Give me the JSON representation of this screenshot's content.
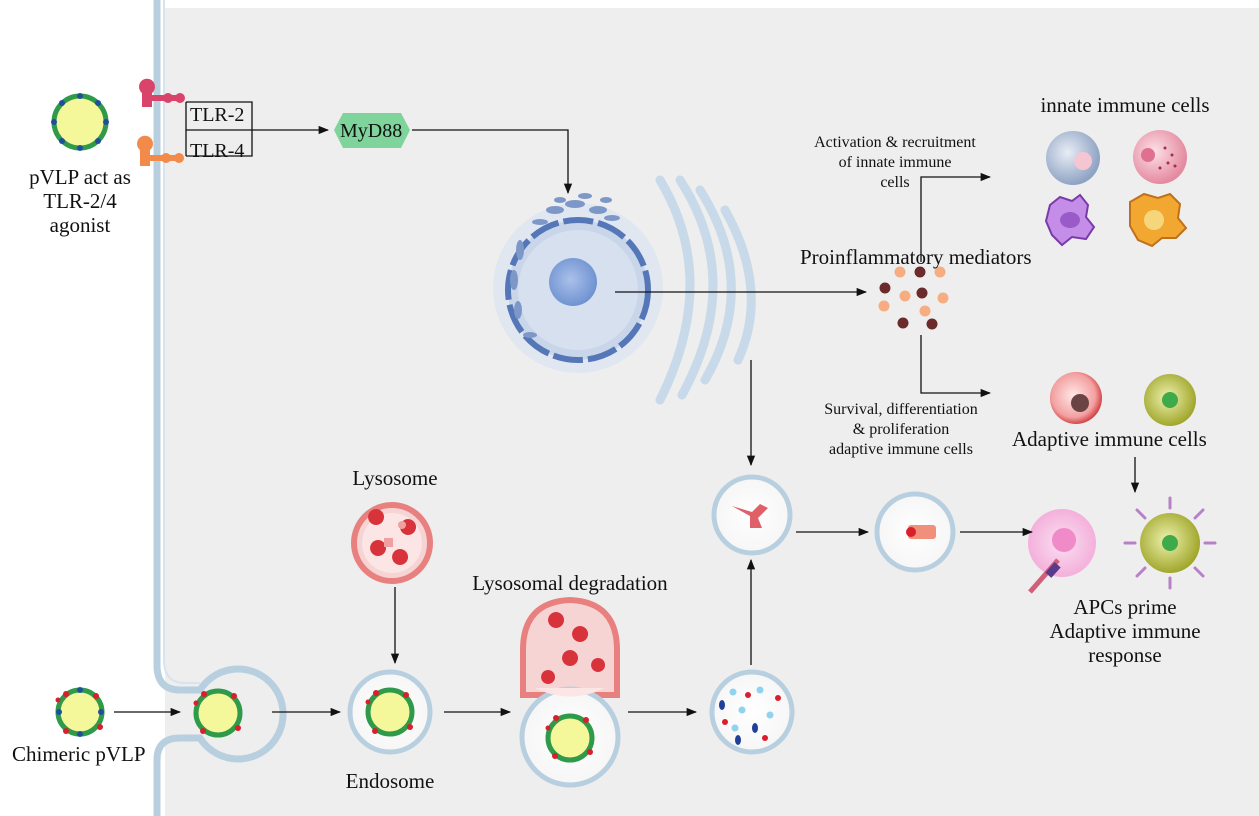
{
  "labels": {
    "pvlp_agonist_1": "pVLP act as",
    "pvlp_agonist_2": "TLR-2/4",
    "pvlp_agonist_3": "agonist",
    "tlr2": "TLR-2",
    "tlr4": "TLR-4",
    "myd88": "MyD88",
    "innate_cells": "innate immune cells",
    "activation_1": "Activation & recruitment",
    "activation_2": "of innate immune",
    "activation_3": "cells",
    "proinflammatory": "Proinflammatory mediators",
    "survival_1": "Survival, differentiation",
    "survival_2": "& proliferation",
    "survival_3": "adaptive immune cells",
    "adaptive_cells": "Adaptive immune cells",
    "lysosome": "Lysosome",
    "lysosomal_degradation": "Lysosomal degradation",
    "apcs_1": "APCs prime",
    "apcs_2": "Adaptive immune",
    "apcs_3": "response",
    "chimeric": "Chimeric pVLP",
    "endosome": "Endosome"
  },
  "colors": {
    "cell_bg": "#eeeeee",
    "membrane": "#b8cfe0",
    "vlp_core": "#f4f79a",
    "vlp_ring": "#2e9a4a",
    "vlp_node": "#1f4f9a",
    "vlp_spike": "#d81f2a",
    "tlr2": "#d9456a",
    "tlr4": "#f28a4a",
    "myd88": "#7ed49a",
    "lysosome": "#e88080",
    "nucleus": "#6a8fcf"
  }
}
